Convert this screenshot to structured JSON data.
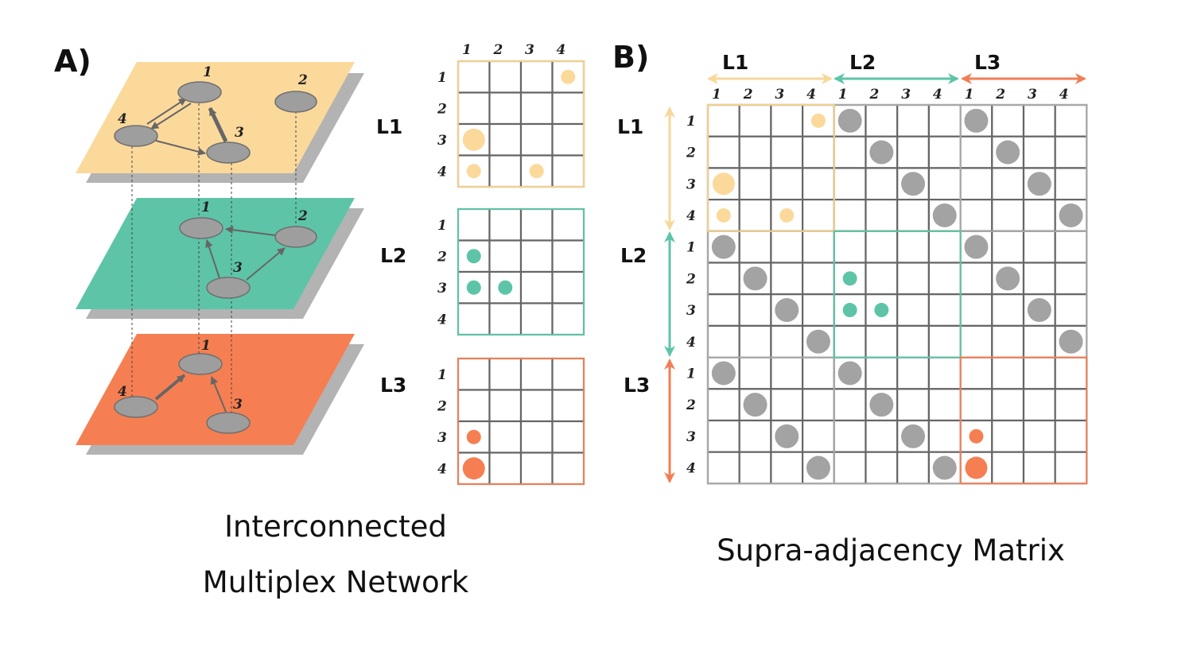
{
  "colors": {
    "l1": "#FBD99B",
    "l2": "#5DC4A8",
    "l3": "#F57F52",
    "node": "#9E9E9E",
    "grid": "#666666",
    "interlayer_dot": "#A3A3A3"
  },
  "panel_a": {
    "label": "A)",
    "layer_labels": [
      "L1",
      "L2",
      "L3"
    ],
    "caption_line1": "Interconnected",
    "caption_line2": "Multiplex Network"
  },
  "network": {
    "l1": {
      "n1": "1",
      "n2": "2",
      "n3": "3",
      "n4": "4"
    },
    "l2": {
      "n1": "1",
      "n2": "2",
      "n3": "3"
    },
    "l3": {
      "n1": "1",
      "n3": "3",
      "n4": "4"
    }
  },
  "matrix_indices": [
    "1",
    "2",
    "3",
    "4"
  ],
  "layer_matrices": [
    {
      "layer": "L1",
      "entries": [
        {
          "row": 1,
          "col": 4,
          "weight": 1
        },
        {
          "row": 3,
          "col": 1,
          "weight": 2
        },
        {
          "row": 4,
          "col": 1,
          "weight": 1
        },
        {
          "row": 4,
          "col": 3,
          "weight": 1
        }
      ]
    },
    {
      "layer": "L2",
      "entries": [
        {
          "row": 2,
          "col": 1,
          "weight": 1
        },
        {
          "row": 3,
          "col": 1,
          "weight": 1
        },
        {
          "row": 3,
          "col": 2,
          "weight": 1
        }
      ]
    },
    {
      "layer": "L3",
      "entries": [
        {
          "row": 3,
          "col": 1,
          "weight": 1
        },
        {
          "row": 4,
          "col": 1,
          "weight": 2
        }
      ]
    }
  ],
  "panel_b": {
    "label": "B)",
    "layer_labels": [
      "L1",
      "L2",
      "L3"
    ],
    "caption": "Supra-adjacency Matrix"
  },
  "interlayer_couplings": [
    {
      "layer_a": 1,
      "layer_b": 2,
      "nodes": [
        1,
        2,
        3,
        4
      ]
    },
    {
      "layer_a": 1,
      "layer_b": 3,
      "nodes": [
        1,
        2,
        3,
        4
      ]
    },
    {
      "layer_a": 2,
      "layer_b": 3,
      "nodes": [
        1,
        2,
        3,
        4
      ]
    }
  ]
}
